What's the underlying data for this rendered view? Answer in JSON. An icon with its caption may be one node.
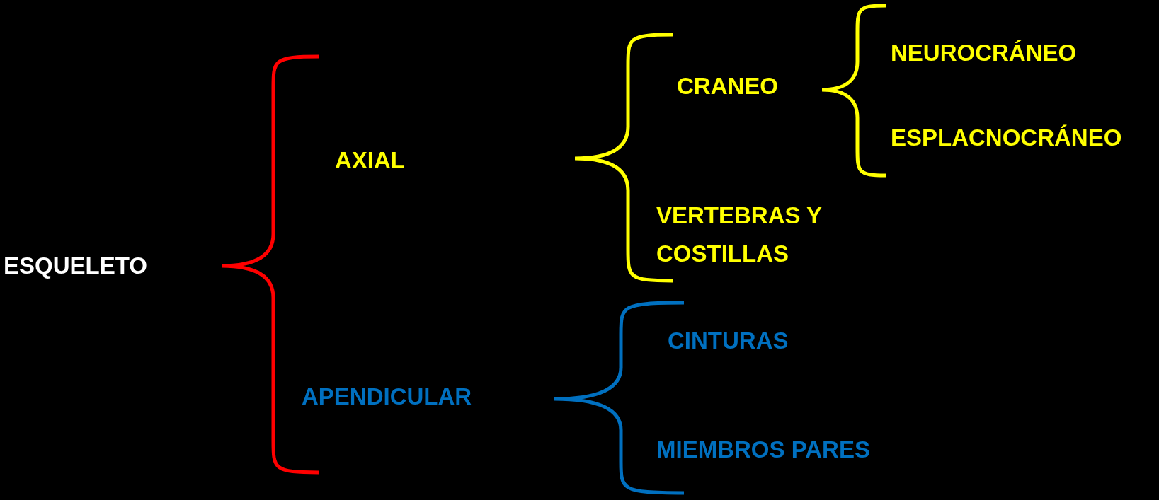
{
  "diagram": {
    "labels": [
      "ESQUELETO",
      "AXIAL",
      "APENDICULAR",
      "CRANEO",
      "VERTEBRAS Y COSTILLAS",
      "NEUROCRÁNEO",
      "ESPLACNOCRÁNEO",
      "CINTURAS",
      "MIEMBROS PARES"
    ]
  }
}
